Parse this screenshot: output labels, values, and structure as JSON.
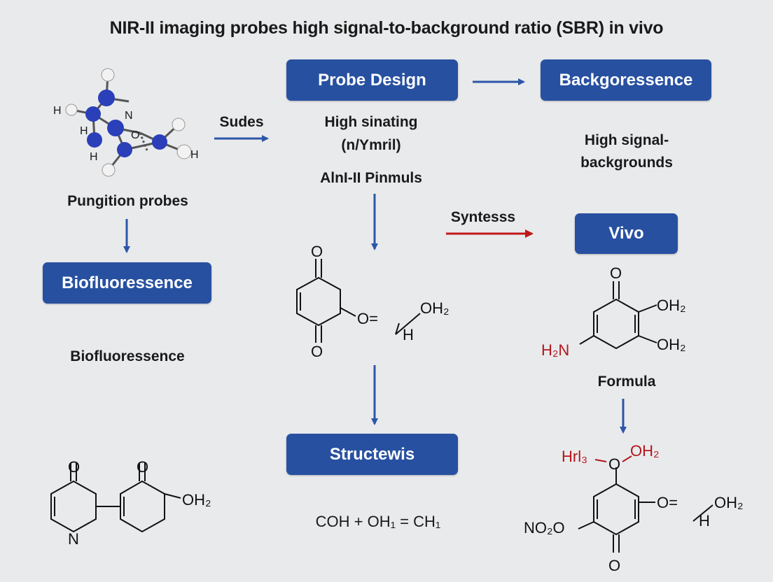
{
  "title": "NIR-II imaging probes high signal-to-background ratio (SBR) in vivo",
  "boxes": {
    "probe_design": "Probe Design",
    "backgoressence": "Backgoressence",
    "biofluoressence": "Biofluoressence",
    "vivo": "Vivo",
    "structewis": "Structewis"
  },
  "labels": {
    "sudes": "Sudes",
    "high_sinating": "High sinating",
    "n_mril": "(n/Ymril)",
    "alnl_pinmuls": "AlnI-II Pinmuls",
    "high_signal_1": "High signal-",
    "high_signal_2": "backgrounds",
    "pungition_probes": "Pungition probes",
    "syntesss": "Syntesss",
    "biofluoressence_text": "Biofluoressence",
    "formula": "Formula",
    "equation": "COH + OH₁ = CH₁"
  },
  "molecules": {
    "left_top": {
      "H1": "H",
      "H2": "H",
      "H3": "H",
      "H4": "H",
      "N": "N",
      "O": "O"
    },
    "center": {
      "O_top": "O",
      "O_bot": "O",
      "O_eq": "O=",
      "OH2": "OH₂",
      "H": "H"
    },
    "right_mid": {
      "O_top": "O",
      "OH2_a": "OH₂",
      "OH2_b": "OH₂",
      "H2N": "H₂N"
    },
    "left_bottom": {
      "O1": "O",
      "O2": "O",
      "OH2": "OH₂",
      "N": "N"
    },
    "right_bottom": {
      "Hrl3": "Hrl₃",
      "O_mid": "O",
      "OH2_top": "OH₂",
      "O_eq": "O=",
      "OH2": "OH₂",
      "H": "H",
      "NO2O": "NO₂O",
      "O_bot": "O"
    }
  },
  "colors": {
    "box": "#2750a0",
    "arrow_blue": "#2c56a8",
    "arrow_red": "#c01818",
    "red_text": "#b3161c",
    "background": "#e9eaec"
  }
}
